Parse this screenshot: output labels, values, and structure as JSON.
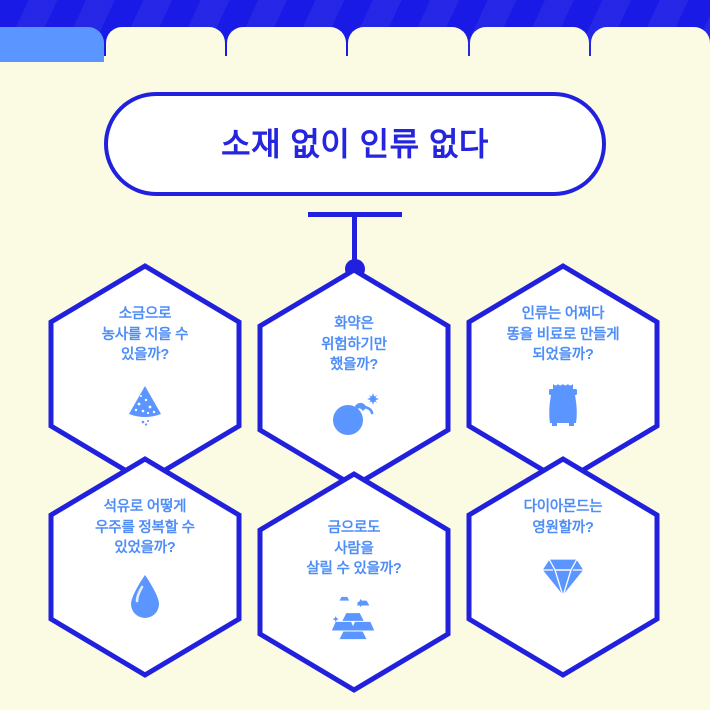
{
  "browser": {
    "tabs": [
      {
        "name": "tab-0",
        "active": true,
        "partial": true
      },
      {
        "name": "tab-1",
        "active": false,
        "partial": false
      },
      {
        "name": "tab-2",
        "active": false,
        "partial": false
      },
      {
        "name": "tab-3",
        "active": false,
        "partial": false
      },
      {
        "name": "tab-4",
        "active": false,
        "partial": false
      },
      {
        "name": "tab-5",
        "active": false,
        "partial": false
      }
    ]
  },
  "header": {
    "title": "소재 없이 인류 없다"
  },
  "colors": {
    "background": "#fbfae2",
    "brand_blue": "#1a1ae6",
    "outline_blue": "#2020dd",
    "text_blue": "#4f8ef7",
    "active_tab": "#5b95ff",
    "card_white": "#ffffff"
  },
  "diagram": {
    "type": "hexagon-grid",
    "rows": 2,
    "columns": 3,
    "connector": "T-bar stem with dot into center hexagon",
    "nodes": [
      {
        "id": "salt",
        "label": "소금으로\n농사를 지을 수\n있을까?",
        "icon": "salt-pile-icon",
        "row": 1,
        "column": 1
      },
      {
        "id": "gunpowder",
        "label": "화약은\n위험하기만\n했을까?",
        "icon": "bomb-icon",
        "row": 1,
        "column": 2
      },
      {
        "id": "feces",
        "label": "인류는 어쩌다\n똥을 비료로 만들게\n되었을까?",
        "icon": "fertilizer-sack-icon",
        "row": 1,
        "column": 3
      },
      {
        "id": "oil",
        "label": "석유로 어떻게\n우주를 정복할 수\n있었을까?",
        "icon": "oil-droplet-icon",
        "row": 2,
        "column": 1
      },
      {
        "id": "gold",
        "label": "금으로도\n사람을\n살릴 수 있을까?",
        "icon": "gold-bars-icon",
        "row": 2,
        "column": 2
      },
      {
        "id": "diamond",
        "label": "다이아몬드는\n영원할까?",
        "icon": "diamond-icon",
        "row": 2,
        "column": 3
      }
    ]
  }
}
